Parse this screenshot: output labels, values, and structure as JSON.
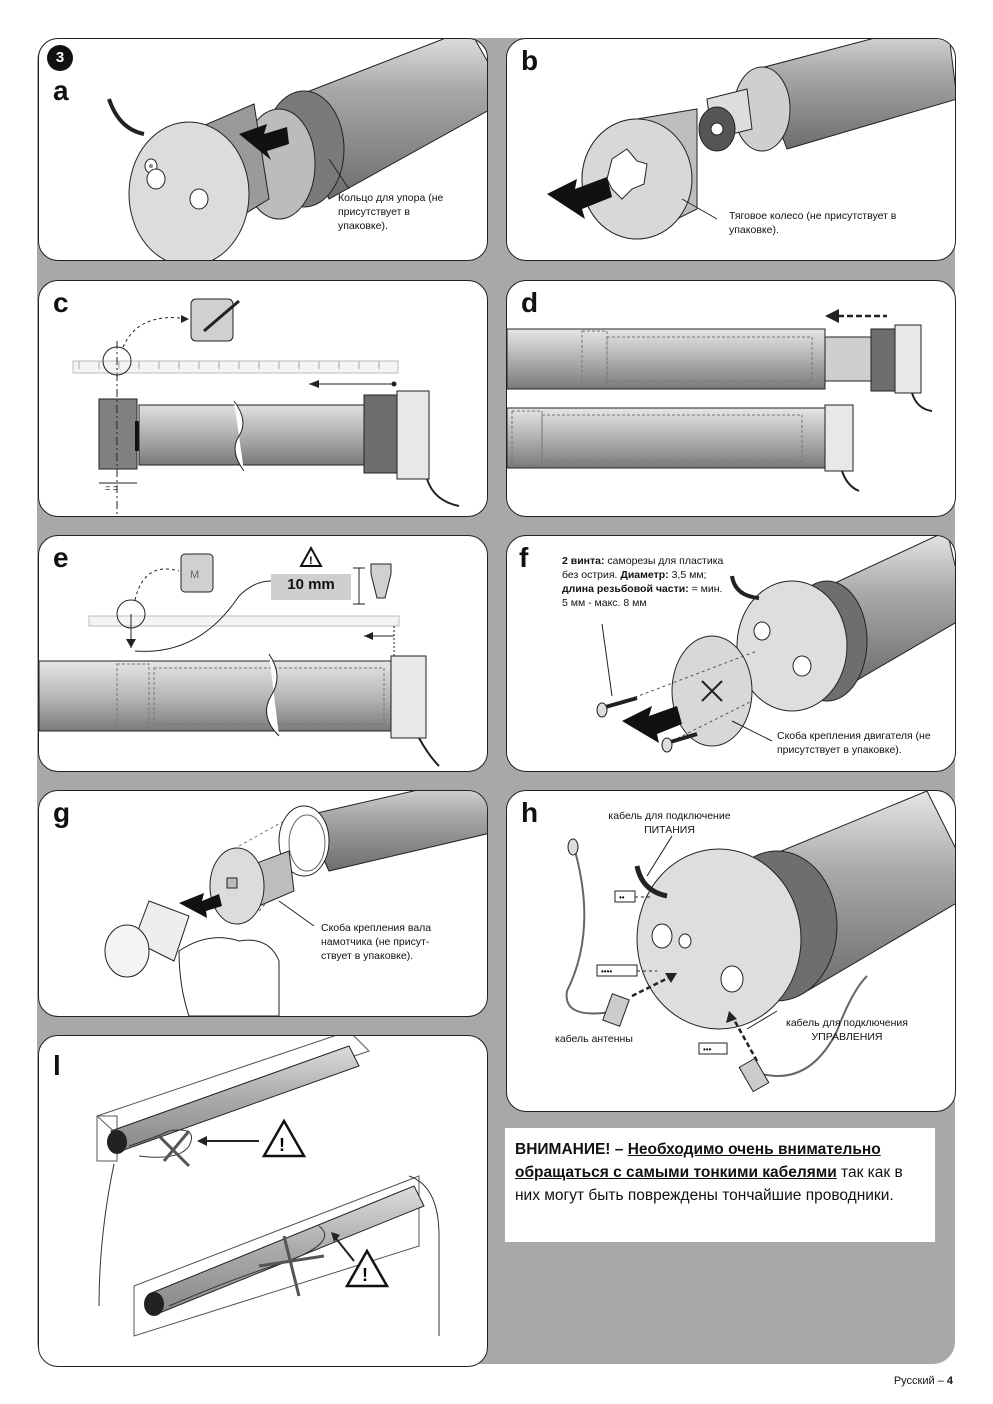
{
  "step_number": "3",
  "panels": {
    "a": {
      "letter": "a",
      "caption": "Кольцо для упора (не присутствует в упаковке)."
    },
    "b": {
      "letter": "b",
      "caption": "Тяговое колесо (не присутствует в упаковке)."
    },
    "c": {
      "letter": "c"
    },
    "d": {
      "letter": "d"
    },
    "e": {
      "letter": "e",
      "measure": "10 mm",
      "marker": "M"
    },
    "f": {
      "letter": "f",
      "screws_bold1": "2 винта:",
      "screws_text1": " саморезы для пластика без острия. ",
      "screws_bold2": "Диаметр:",
      "screws_text2": " 3,5 мм; ",
      "screws_bold3": "длина резьбовой части:",
      "screws_text3": " = мин. 5 мм - макс. 8 мм",
      "caption": "Скоба крепления двигателя (не присутствует в упаковке)."
    },
    "g": {
      "letter": "g",
      "caption": "Скоба крепления вала намотчика (не присут- ствует в упаковке)."
    },
    "h": {
      "letter": "h",
      "power_cable": "кабель для подключение ПИТАНИЯ",
      "antenna_cable": "кабель антенны",
      "control_cable": "кабель для подключения УПРАВЛЕНИЯ"
    },
    "l": {
      "letter": "l"
    }
  },
  "warning": {
    "lead": "ВНИМАНИЕ! – ",
    "emphasis": "Необходимо очень внимательно обращаться с самыми тонкими кабелями",
    "rest": " так как в них могут быть повреждены тончайшие проводники."
  },
  "footer": {
    "language": "Русский – ",
    "page": "4"
  }
}
